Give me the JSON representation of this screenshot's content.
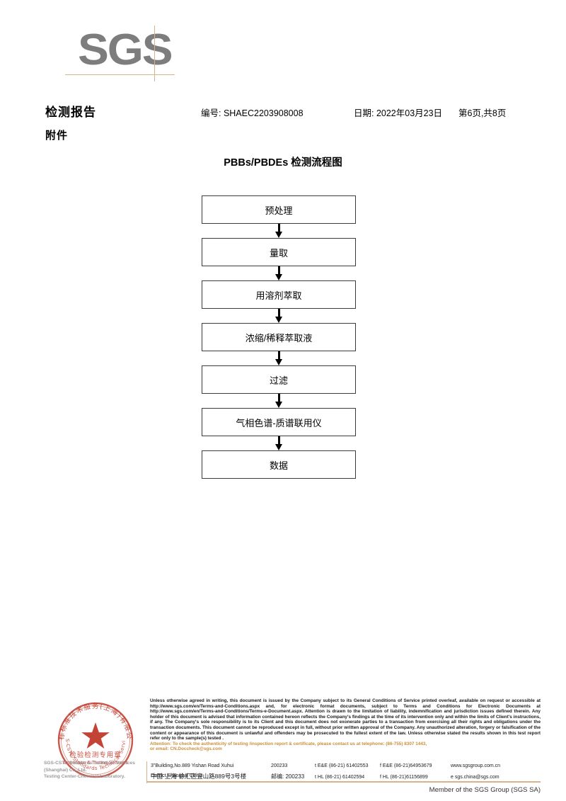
{
  "brand": {
    "logo_text": "SGS",
    "logo_color": "#7d7d7d",
    "rule_color": "#d7b38c"
  },
  "header": {
    "title": "检测报告",
    "subtitle": "附件",
    "report_no": "编号: SHAEC2203908008",
    "date": "日期: 2022年03月23日",
    "page": "第6页,共8页"
  },
  "flowchart": {
    "title": "PBBs/PBDEs 检测流程图",
    "nodes": [
      {
        "label": "预处理"
      },
      {
        "label": "量取"
      },
      {
        "label": "用溶剂萃取"
      },
      {
        "label": "浓缩/稀释萃取液"
      },
      {
        "label": "过滤"
      },
      {
        "label": "气相色谱-质谱联用仪"
      },
      {
        "label": "数据"
      }
    ]
  },
  "seal": {
    "outer_text": "通标标准技术服务(上海)有限公司",
    "line_cn": "检验检测专用章",
    "line_en": "Inspection & Testing Services",
    "star": "★",
    "color": "#c0392b",
    "caption_line1": "SGS-CSTC Standards Technical Services (Shanghai) Co.,Ltd.",
    "caption_line2": "Testing Center-Chemical Laboratory."
  },
  "footer": {
    "legal": "Unless otherwise agreed in writing, this document is issued by the Company subject to its General Conditions of Service printed overleaf, available on request or accessible at http://www.sgs.com/en/Terms-and-Conditions.aspx and, for electronic format documents, subject to Terms and Conditions for Electronic Documents at http://www.sgs.com/en/Terms-and-Conditions/Terms-e-Document.aspx. Attention is drawn to the limitation of liability, indemnification and jurisdiction issues defined therein. Any holder of this document is advised that information contained hereon reflects the Company's findings at the time of its intervention only and within the limits of Client's instructions, if any. The Company's sole responsibility is to its Client and this document does not exonerate parties to a transaction from exercising all their rights and obligations under the transaction documents. This document cannot be reproduced except in full, without prior written approval of the Company. Any unauthorized alteration, forgery or falsification of the content or appearance of this document is unlawful and offenders may be prosecuted to the fullest extent of the law. Unless otherwise stated the results shown in this test report refer only to the sample(s) tested .",
    "attention_line1": "Attention: To check the authenticity of testing /inspection report & certificate, please contact us at telephone: (86-755) 8307 1443,",
    "attention_line2": "or email: CN.Doccheck@sgs.com",
    "attention_color": "#c8903c",
    "address": {
      "en_street": "3\"Building,No.889 Yishan Road Xuhui District,Shanghai China",
      "en_zip": "200233",
      "en_tel": "t E&E (86-21) 61402553",
      "en_fax": "f E&E (86-21)64953679",
      "web": "www.sgsgroup.com.cn",
      "cn_street": "中国·上海·徐汇区宜山路889号3号楼",
      "cn_zip_label": "邮编: 200233",
      "cn_tel": "t HL (86-21) 61402594",
      "cn_fax": "f HL (86-21)61156899",
      "email": "e sgs.china@sgs.com"
    },
    "member": "Member of the SGS Group (SGS SA)"
  }
}
